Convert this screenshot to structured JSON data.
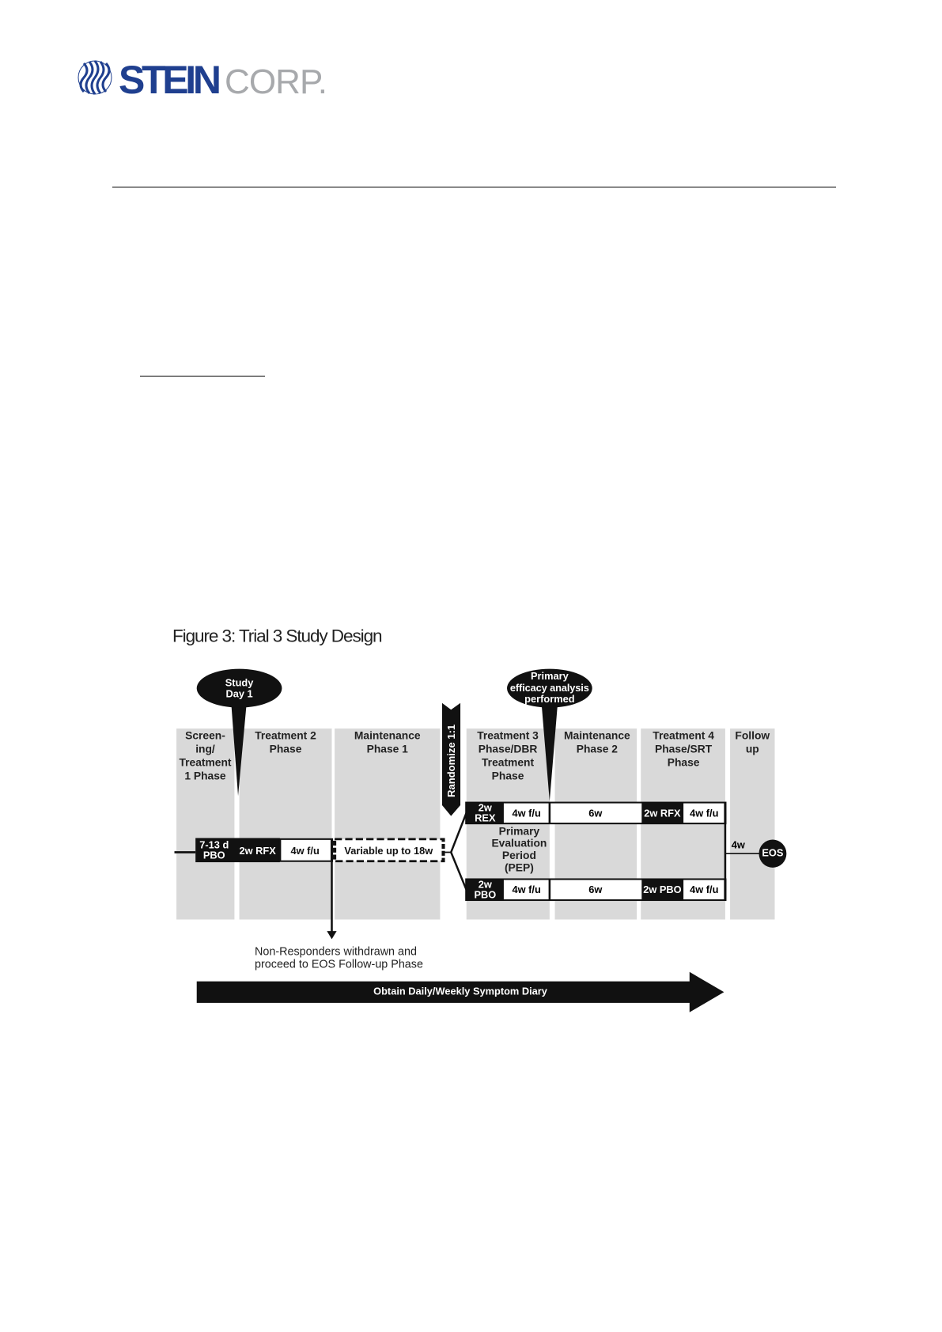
{
  "logo": {
    "brand": "STEIN",
    "suffix": "CORP.",
    "colors": {
      "brand": "#1f3f8f",
      "suffix": "#a7a9ac"
    }
  },
  "figure": {
    "title": "Figure 3:  Trial 3 Study Design",
    "callouts": {
      "study_day": [
        "Study",
        "Day 1"
      ],
      "primary": [
        "Primary",
        "efficacy analysis",
        "performed"
      ]
    },
    "randomize": "Randomize 1:1",
    "phases": [
      {
        "lines": [
          "Screen-",
          "ing/",
          "Treatment",
          "1 Phase"
        ]
      },
      {
        "lines": [
          "Treatment 2",
          "Phase"
        ]
      },
      {
        "lines": [
          "Maintenance",
          "Phase 1"
        ]
      },
      {
        "lines": [
          "Treatment 3",
          "Phase/DBR",
          "Treatment",
          "Phase"
        ]
      },
      {
        "lines": [
          "Maintenance",
          "Phase 2"
        ]
      },
      {
        "lines": [
          "Treatment 4",
          "Phase/SRT",
          "Phase"
        ]
      },
      {
        "lines": [
          "Follow",
          "up"
        ]
      }
    ],
    "main_path": {
      "pbo": [
        "7-13 d",
        "PBO"
      ],
      "rfx": "2w RFX",
      "fu": "4w f/u",
      "variable": "Variable up to 18w"
    },
    "top_arm": {
      "start": [
        "2w",
        "REX"
      ],
      "fu": "4w f/u",
      "maint": "6w",
      "treat": "2w RFX",
      "fu2": "4w f/u"
    },
    "bottom_arm": {
      "start": [
        "2w",
        "PBO"
      ],
      "fu": "4w f/u",
      "maint": "6w",
      "treat": "2w PBO",
      "fu2": "4w f/u"
    },
    "pep": [
      "Primary",
      "Evaluation",
      "Period",
      "(PEP)"
    ],
    "followup": "4w",
    "eos": "EOS",
    "non_responders": [
      "Non-Responders withdrawn and",
      "proceed to EOS Follow-up Phase"
    ],
    "diary": "Obtain Daily/Weekly Symptom Diary"
  }
}
